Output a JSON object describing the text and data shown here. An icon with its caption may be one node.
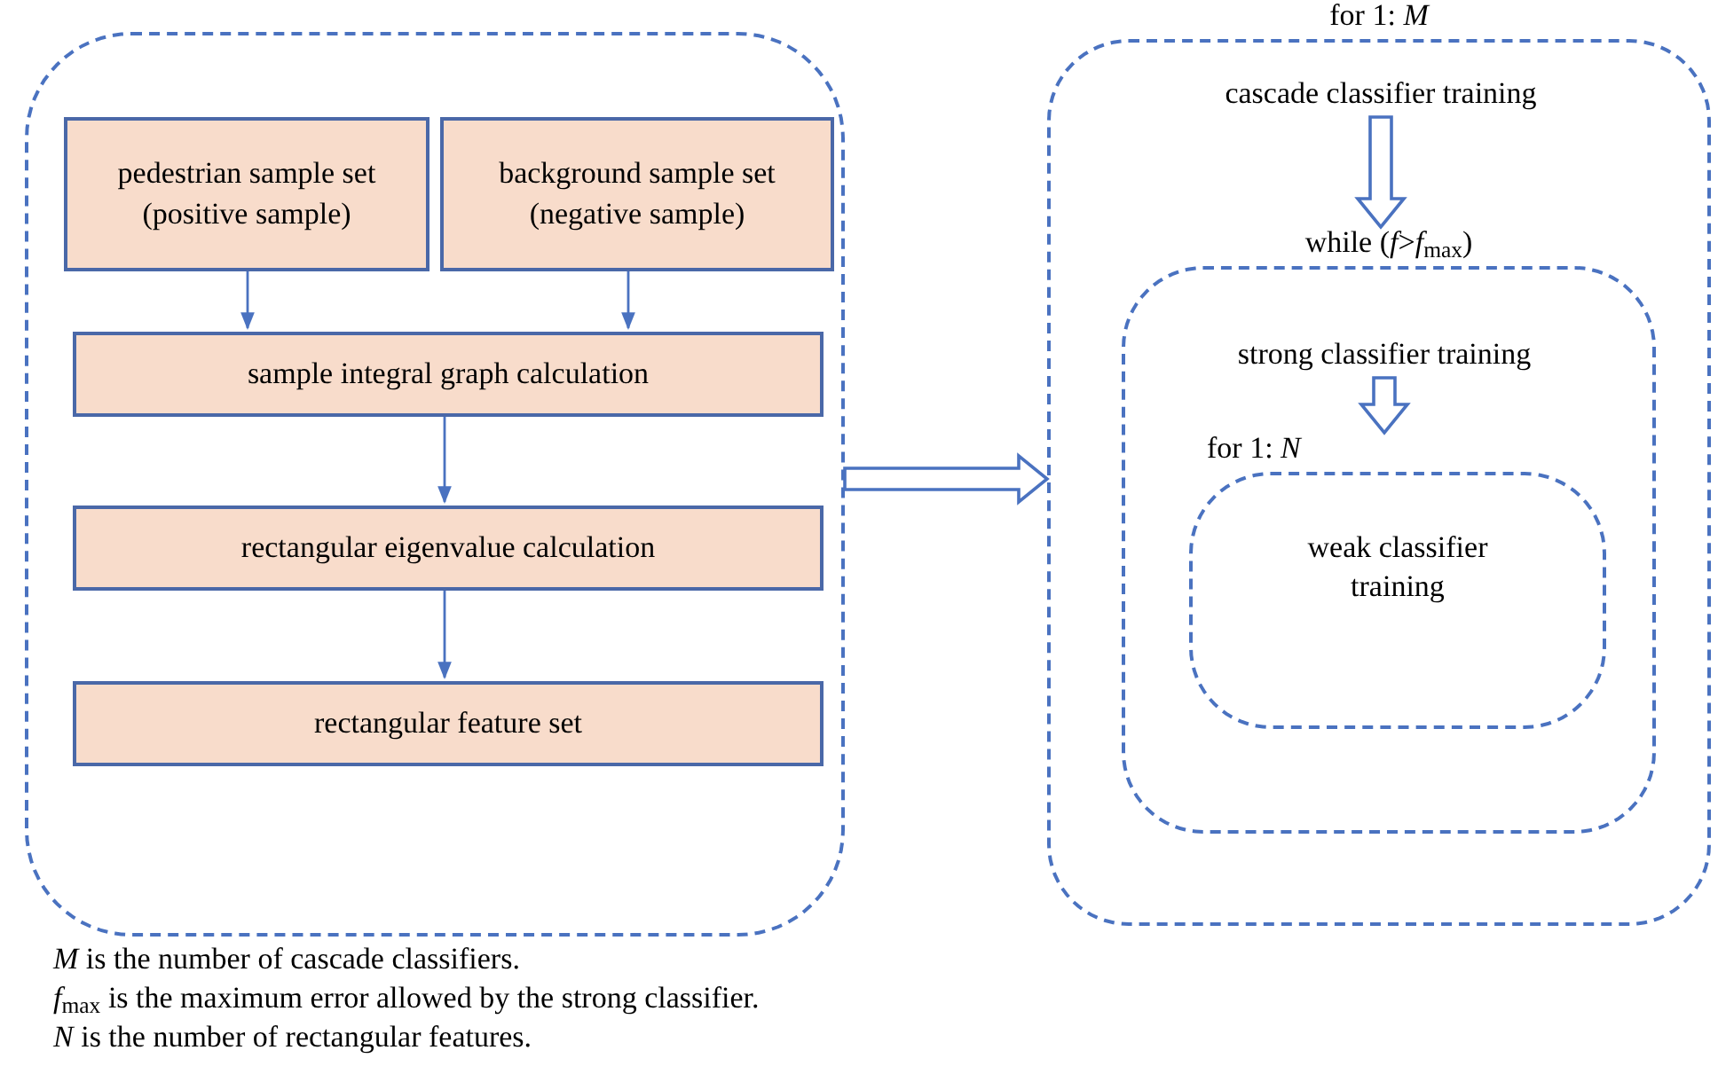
{
  "diagram": {
    "nodes": [
      {
        "text": [],
        "shape": "box"
      },
      {
        "text": [
          "pedestrian sample set (positive sample)"
        ],
        "in": 0
      },
      {
        "text": [
          "background sample set (negative sample)"
        ],
        "in": 0
      },
      {
        "text": [
          "sample integral graph calculation"
        ],
        "in": 0
      },
      {
        "text": [
          "rectangular eigenvalue calculation"
        ],
        "in": 0
      },
      {
        "text": [
          "rectangular feature set"
        ],
        "in": 0
      },
      {
        "text": [
          "for 1: *M*"
        ]
      },
      {
        "text": [
          "cascade classifier training"
        ],
        "in": 6
      },
      {
        "text": [
          "while (*f*>*f*$_{max}$)"
        ],
        "in": 6
      },
      {
        "text": [
          "strong classifier training"
        ],
        "in": 8
      },
      {
        "text": [
          "for 1: *N*",
          "weak classifier training"
        ],
        "in": 8
      }
    ],
    "edges": [
      {
        "from": 1,
        "to": 3,
        "arrow": "to"
      },
      {
        "from": 2,
        "to": 3,
        "arrow": "to"
      },
      {
        "from": 3,
        "to": 4,
        "arrow": "to"
      },
      {
        "from": 4,
        "to": 5,
        "arrow": "to"
      },
      {
        "from": 0,
        "to": 6,
        "arrow": "to",
        "style": "thick"
      },
      {
        "from": 7,
        "to": 8,
        "arrow": "to",
        "style": "thick"
      },
      {
        "from": 9,
        "to": 10,
        "arrow": "to",
        "style": "thick"
      }
    ],
    "labels": [
      "*M* is the number of cascade classifiers.",
      "*f*$_{max}$ is the maximum error allowed by the strong classifier.",
      "*N* is the number of rectangular features."
    ]
  }
}
